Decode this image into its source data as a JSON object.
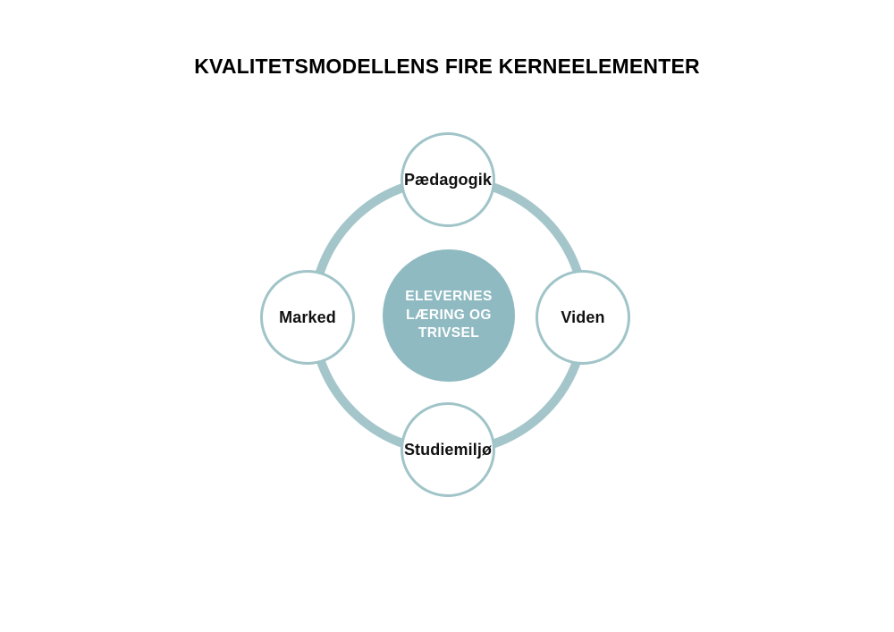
{
  "title": "KVALITETSMODELLENS FIRE KERNEELEMENTER",
  "center": {
    "lines": [
      "ELEVERNES",
      "LÆRING OG",
      "TRIVSEL"
    ]
  },
  "nodes": [
    {
      "id": "paedagogik",
      "position": "top",
      "label": "Pædagogik"
    },
    {
      "id": "viden",
      "position": "right",
      "label": "Viden"
    },
    {
      "id": "studiemiljoe",
      "position": "bottom",
      "label": "Studiemiljø"
    },
    {
      "id": "marked",
      "position": "left",
      "label": "Marked"
    }
  ],
  "colors": {
    "background": "#ffffff",
    "title_text": "#000000",
    "ring": "#a4c6ca",
    "node_border": "#a0c4c8",
    "node_fill": "#ffffff",
    "node_text": "#111111",
    "center_fill": "#8fbac1",
    "center_text": "#ffffff"
  }
}
